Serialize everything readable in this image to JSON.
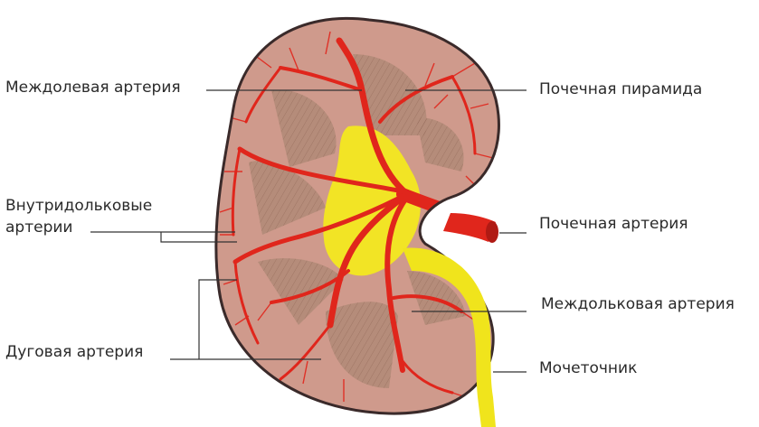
{
  "labels": {
    "interlobar": "Междолевая артерия",
    "intralobular_line1": "Внутридольковые",
    "intralobular_line2": "артерии",
    "arcuate": "Дуговая артерия",
    "pyramid": "Почечная пирамида",
    "renal_artery": "Почечная артерия",
    "interlobular": "Междольковая артерия",
    "ureter": "Мочеточник"
  },
  "colors": {
    "capsule": "#3a2a2a",
    "cortex": "#cf9a8c",
    "pyramid": "#b58c7a",
    "artery": "#e0261c",
    "fat": "#f2e425",
    "ureter": "#f0e41c",
    "leader_line": "#333333"
  }
}
